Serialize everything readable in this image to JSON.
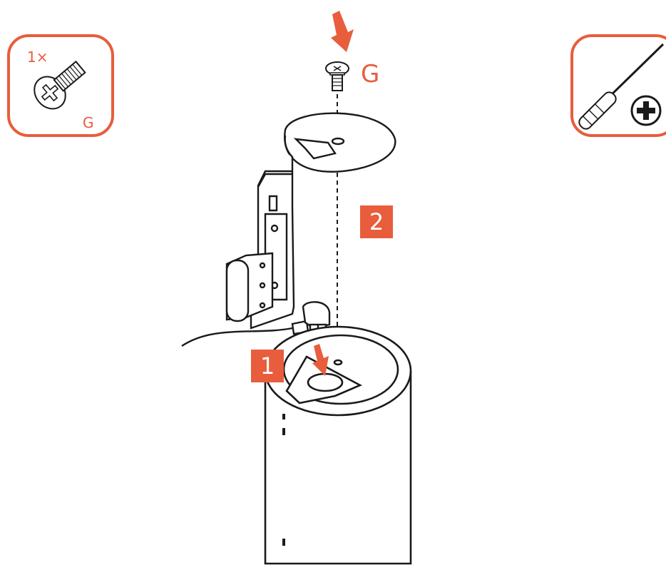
{
  "parts_box": {
    "quantity": "1×",
    "part_letter": "G"
  },
  "screw_label": "G",
  "steps": {
    "step1": "1",
    "step2": "2"
  },
  "colors": {
    "accent": "#e85d3c",
    "line": "#1a1a1a"
  },
  "icons": {
    "tool": "phillips-screwdriver-icon",
    "screw": "screw-icon",
    "arrow": "down-arrow-icon"
  }
}
